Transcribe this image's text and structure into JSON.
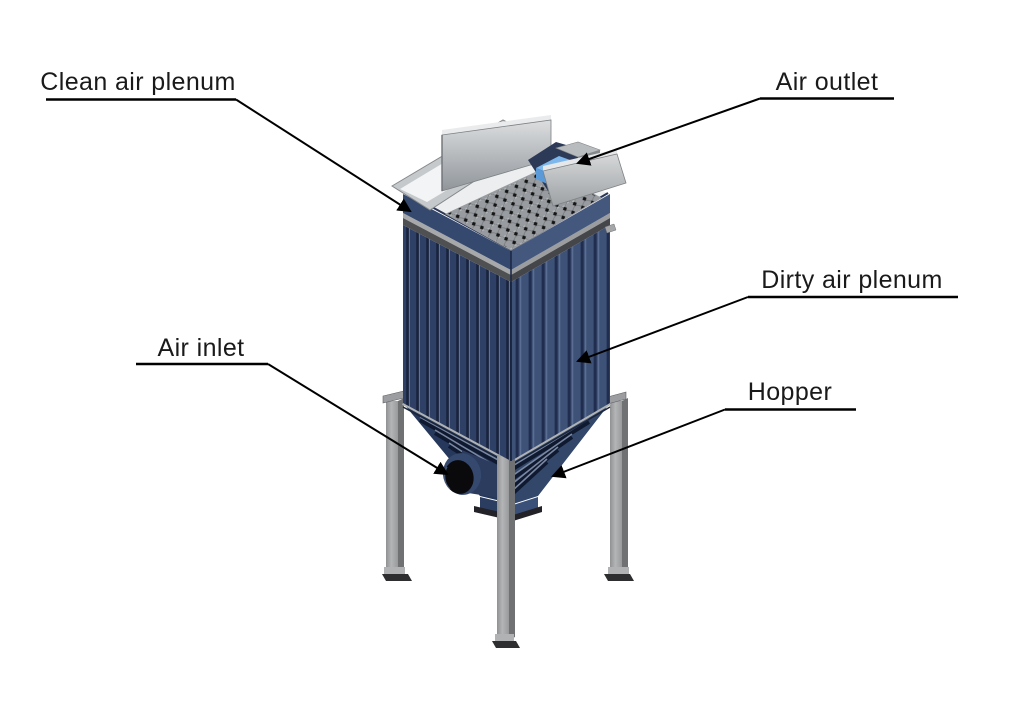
{
  "callouts": {
    "clean_air_plenum": {
      "text": "Clean air plenum"
    },
    "air_outlet": {
      "text": "Air outlet"
    },
    "dirty_air_plenum": {
      "text": "Dirty air plenum"
    },
    "air_inlet": {
      "text": "Air inlet"
    },
    "hopper": {
      "text": "Hopper"
    }
  },
  "colors": {
    "background": "#ffffff",
    "label_text": "#1a1a1a",
    "leader_line": "#000000",
    "body_navy": "#2e4065",
    "body_navy_dark": "#19233f",
    "body_navy_light": "#3e5278",
    "steel_gray": "#a8aaac",
    "panel_gray": "#c6c9cb",
    "tube_sheet_gray": "#b5b8ba",
    "outlet_blue": "#7db7ec",
    "inlet_black": "#0a0a0c"
  }
}
